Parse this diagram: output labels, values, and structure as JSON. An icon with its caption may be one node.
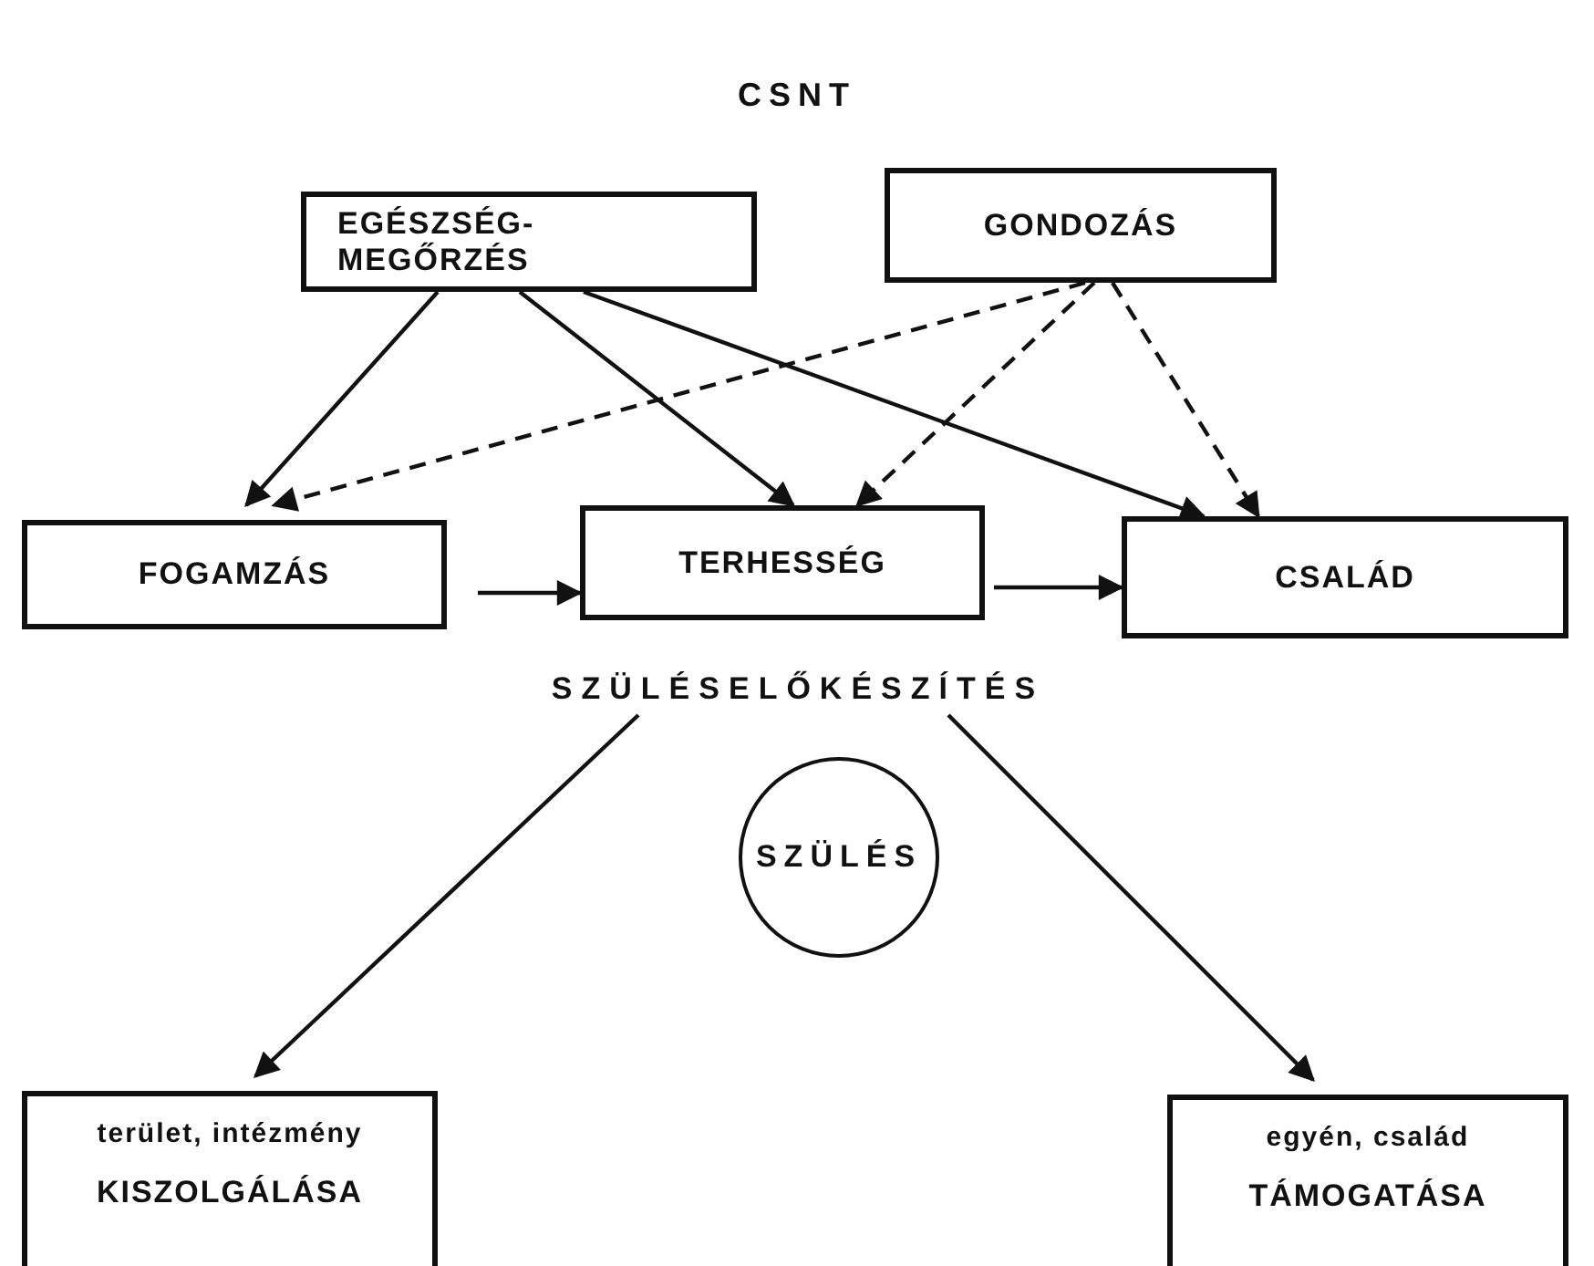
{
  "diagram": {
    "title": "CSNT",
    "nodes": [
      {
        "text": [
          "EGÉSZSÉG- MEGŐRZÉS"
        ]
      },
      {
        "text": [
          "GONDOZÁS"
        ]
      },
      {
        "text": [
          "FOGAMZÁS"
        ]
      },
      {
        "text": [
          "TERHESSÉG"
        ]
      },
      {
        "text": [
          "CSALÁD"
        ]
      },
      {
        "text": [
          "SZÜLÉSELŐKÉSZÍTÉS"
        ]
      },
      {
        "text": [
          "SZÜLÉS"
        ]
      },
      {
        "text": [
          "terület, intézmény",
          "KISZOLGÁLÁSA"
        ]
      },
      {
        "text": [
          "egyén, család",
          "TÁMOGATÁSA"
        ]
      }
    ],
    "edges": [
      {
        "from": 0,
        "to": 2,
        "arrow": "to"
      },
      {
        "from": 0,
        "to": 3,
        "arrow": "to"
      },
      {
        "from": 0,
        "to": 4,
        "arrow": "to"
      },
      {
        "from": 1,
        "to": 2,
        "arrow": "to",
        "style": "dashed"
      },
      {
        "from": 1,
        "to": 3,
        "arrow": "to",
        "style": "dashed"
      },
      {
        "from": 1,
        "to": 4,
        "arrow": "to",
        "style": "dashed"
      },
      {
        "from": 2,
        "to": 3,
        "arrow": "to"
      },
      {
        "from": 3,
        "to": 4,
        "arrow": "to"
      },
      {
        "from": 5,
        "to": 7,
        "arrow": "to"
      },
      {
        "from": 5,
        "to": 8,
        "arrow": "to"
      }
    ]
  }
}
